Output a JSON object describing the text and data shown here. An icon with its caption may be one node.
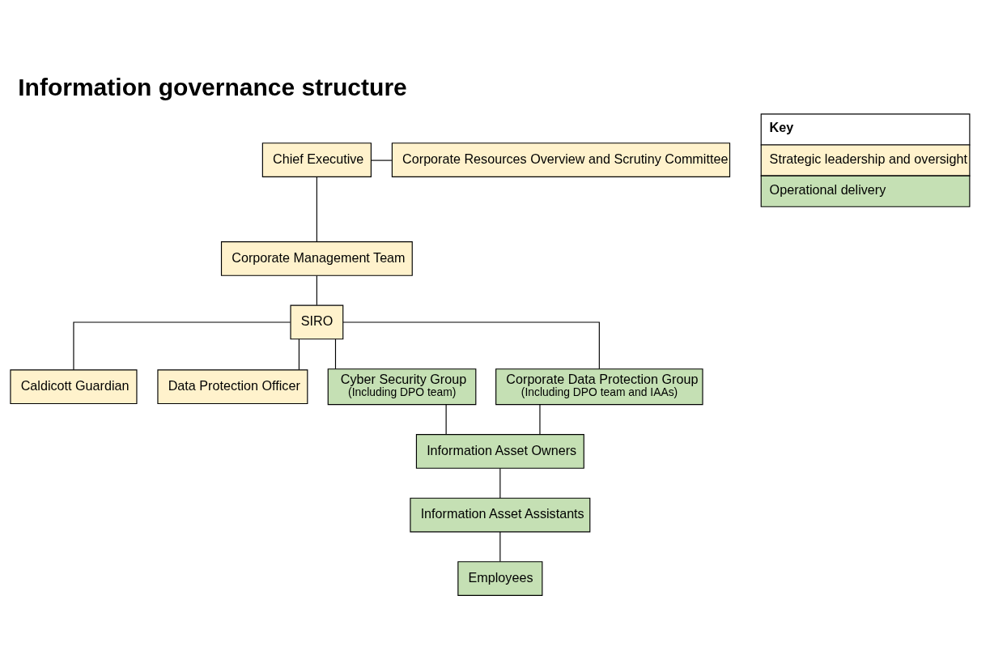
{
  "diagram": {
    "title": "Information governance structure",
    "nodes": [
      {
        "text": [
          "Chief Executive"
        ]
      },
      {
        "text": [
          "Corporate Management Team"
        ]
      },
      {
        "text": [
          "Corporate Resources Overview and Scrutiny Committee"
        ]
      },
      {
        "text": [
          "SIRO"
        ]
      },
      {
        "text": [
          "Caldicott Guardian"
        ]
      },
      {
        "text": [
          "Data Protection Officer"
        ]
      },
      {
        "text": [
          "Cyber Security Group",
          "(Including DPO team)"
        ]
      },
      {
        "text": [
          "Corporate Data Protection Group",
          "(Including DPO team and IAAs)"
        ]
      },
      {
        "text": [
          "Information Asset Owners"
        ]
      },
      {
        "text": [
          "Information Asset Assistants"
        ]
      },
      {
        "text": [
          "Employees"
        ]
      }
    ],
    "edges": [
      {
        "from": 0,
        "to": 1,
        "arrow": "none"
      },
      {
        "from": 0,
        "to": 2,
        "arrow": "none"
      },
      {
        "from": 1,
        "to": 3,
        "arrow": "none"
      },
      {
        "from": 3,
        "to": 4,
        "arrow": "none"
      },
      {
        "from": 3,
        "to": 5,
        "arrow": "none"
      },
      {
        "from": 3,
        "to": 6,
        "arrow": "none"
      },
      {
        "from": 3,
        "to": 7,
        "arrow": "none"
      },
      {
        "from": 6,
        "to": 8,
        "arrow": "none"
      },
      {
        "from": 7,
        "to": 8,
        "arrow": "none"
      },
      {
        "from": 8,
        "to": 9,
        "arrow": "none"
      },
      {
        "from": 9,
        "to": 10,
        "arrow": "none"
      }
    ],
    "labels": [
      "Key"
    ],
    "legend": [
      {
        "text": "Strategic leadership and oversight",
        "color": "#fff2cc"
      },
      {
        "text": "Operational delivery",
        "color": "#c5e0b4"
      }
    ]
  }
}
